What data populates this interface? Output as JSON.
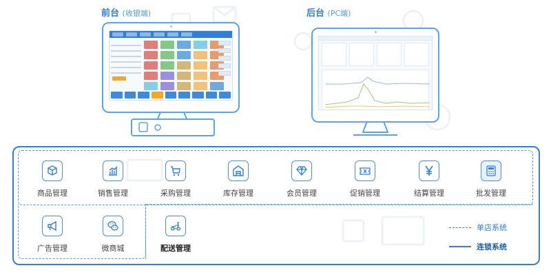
{
  "headings": {
    "front": {
      "main": "前台",
      "sub": "(收银端)"
    },
    "back": {
      "main": "后台",
      "sub": "(PC端)"
    }
  },
  "colors": {
    "accent": "#2f7ed8",
    "light_accent": "#5aa3e8",
    "highlight": "#f5a623"
  },
  "features_row1": [
    {
      "label": "商品管理",
      "icon": "cube-icon"
    },
    {
      "label": "销售管理",
      "icon": "bar-chart-icon"
    },
    {
      "label": "采购管理",
      "icon": "cart-icon"
    },
    {
      "label": "库存管理",
      "icon": "warehouse-icon"
    },
    {
      "label": "会员管理",
      "icon": "diamond-icon"
    },
    {
      "label": "促销管理",
      "icon": "ticket-icon"
    },
    {
      "label": "结算管理",
      "icon": "yen-icon"
    },
    {
      "label": "批发管理",
      "icon": "calculator-icon"
    }
  ],
  "features_row2": [
    {
      "label": "广告管理",
      "icon": "megaphone-icon"
    },
    {
      "label": "微商城",
      "icon": "wechat-icon"
    },
    {
      "label": "配送管理",
      "icon": "delivery-scooter-icon"
    }
  ],
  "legend": {
    "single": "单店系统",
    "chain": "连锁系统"
  }
}
